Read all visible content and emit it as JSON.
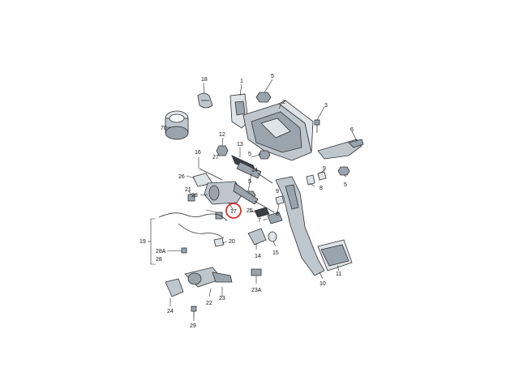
{
  "labels": {
    "l1": "1",
    "l2": "2",
    "l3": "3",
    "l4": "4",
    "l5a": "5",
    "l5b": "5",
    "l5c": "5",
    "l5d": "5",
    "l6": "6",
    "l7": "7",
    "l8": "8",
    "l9": "9",
    "l10": "10",
    "l11": "11",
    "l12": "12",
    "l13": "13",
    "l14": "14",
    "l15": "15",
    "l16": "16",
    "l17": "17",
    "l18": "18",
    "l19": "19",
    "l20": "20",
    "l21": "21",
    "l22": "22",
    "l23": "23",
    "l23a": "23A",
    "l24": "24",
    "l25": "25",
    "l26": "26",
    "l27": "27",
    "l28a": "28",
    "l28b": "28",
    "l28A": "28A",
    "l29": "29",
    "l70": "70"
  },
  "colors": {
    "highlight": "#d9302a",
    "part_dark": "#9aa4ad",
    "part_light": "#dfe4e8"
  }
}
